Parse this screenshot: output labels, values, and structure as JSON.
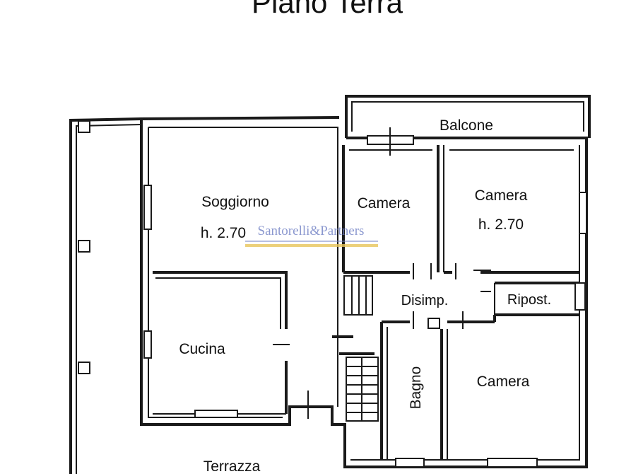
{
  "title": "Piano Terra",
  "watermark": "Santorelli&Partners",
  "rooms": {
    "balcone": "Balcone",
    "soggiorno": "Soggiorno",
    "soggiorno_height": "h. 2.70",
    "camera_1": "Camera",
    "camera_2": "Camera",
    "camera_2_height": "h. 2.70",
    "disimpegno": "Disimp.",
    "ripostiglio": "Ripost.",
    "cucina": "Cucina",
    "bagno": "Bagno",
    "camera_3": "Camera",
    "terrazza": "Terrazza"
  },
  "colors": {
    "ink": "#1a1a1a",
    "watermark": "#6f7fc4",
    "watermark_bar": "#e7c45a"
  }
}
